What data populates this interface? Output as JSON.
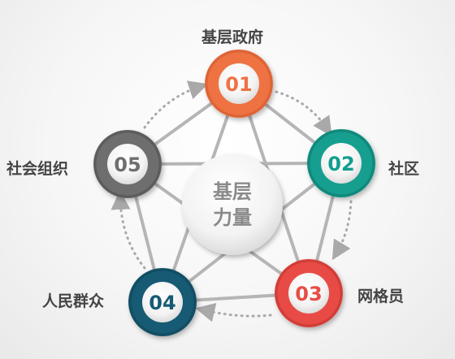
{
  "center": {
    "line1": "基层",
    "line2": "力量"
  },
  "nodes": [
    {
      "num": "01",
      "label": "基层政府",
      "color": "#ef7243",
      "dark": "#c9552b"
    },
    {
      "num": "02",
      "label": "社区",
      "color": "#129e8f",
      "dark": "#0c7268"
    },
    {
      "num": "03",
      "label": "网格员",
      "color": "#e84c45",
      "dark": "#b8322c"
    },
    {
      "num": "04",
      "label": "人民群众",
      "color": "#175a73",
      "dark": "#0f3f52"
    },
    {
      "num": "05",
      "label": "社会组织",
      "color": "#6e6e6e",
      "dark": "#4a4a4a"
    }
  ]
}
